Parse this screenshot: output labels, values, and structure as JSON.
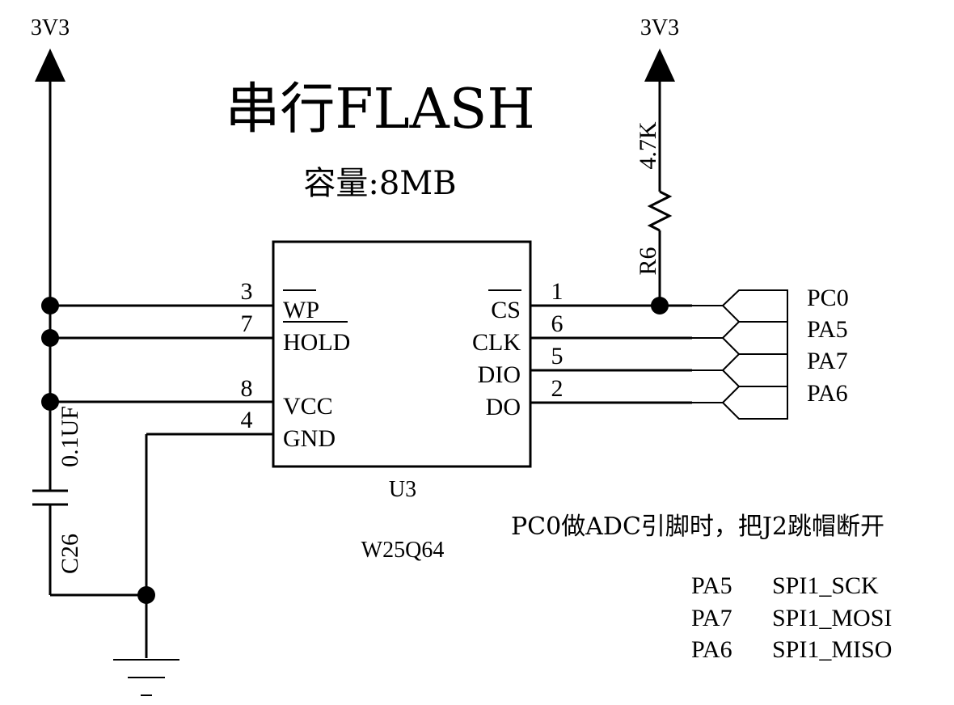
{
  "title": "串行FLASH",
  "capacity": "容量:8MB",
  "power_left": "3V3",
  "power_right": "3V3",
  "chip": {
    "ref": "U3",
    "part": "W25Q64",
    "left_pins": [
      {
        "num": "3",
        "name": "WP",
        "overbar": true
      },
      {
        "num": "7",
        "name": "HOLD",
        "overbar": true
      },
      {
        "num": "8",
        "name": "VCC",
        "overbar": false
      },
      {
        "num": "4",
        "name": "GND",
        "overbar": false
      }
    ],
    "right_pins": [
      {
        "num": "1",
        "name": "CS",
        "overbar": true
      },
      {
        "num": "6",
        "name": "CLK",
        "overbar": false
      },
      {
        "num": "5",
        "name": "DIO",
        "overbar": false
      },
      {
        "num": "2",
        "name": "DO",
        "overbar": false
      }
    ]
  },
  "resistor": {
    "ref": "R6",
    "value": "4.7K"
  },
  "capacitor": {
    "ref": "C26",
    "value": "0.1UF"
  },
  "ports": [
    "PC0",
    "PA5",
    "PA7",
    "PA6"
  ],
  "note": "PC0做ADC引脚时，把J2跳帽断开",
  "spi_map": [
    {
      "pin": "PA5",
      "func": "SPI1_SCK"
    },
    {
      "pin": "PA7",
      "func": "SPI1_MOSI"
    },
    {
      "pin": "PA6",
      "func": "SPI1_MISO"
    }
  ]
}
